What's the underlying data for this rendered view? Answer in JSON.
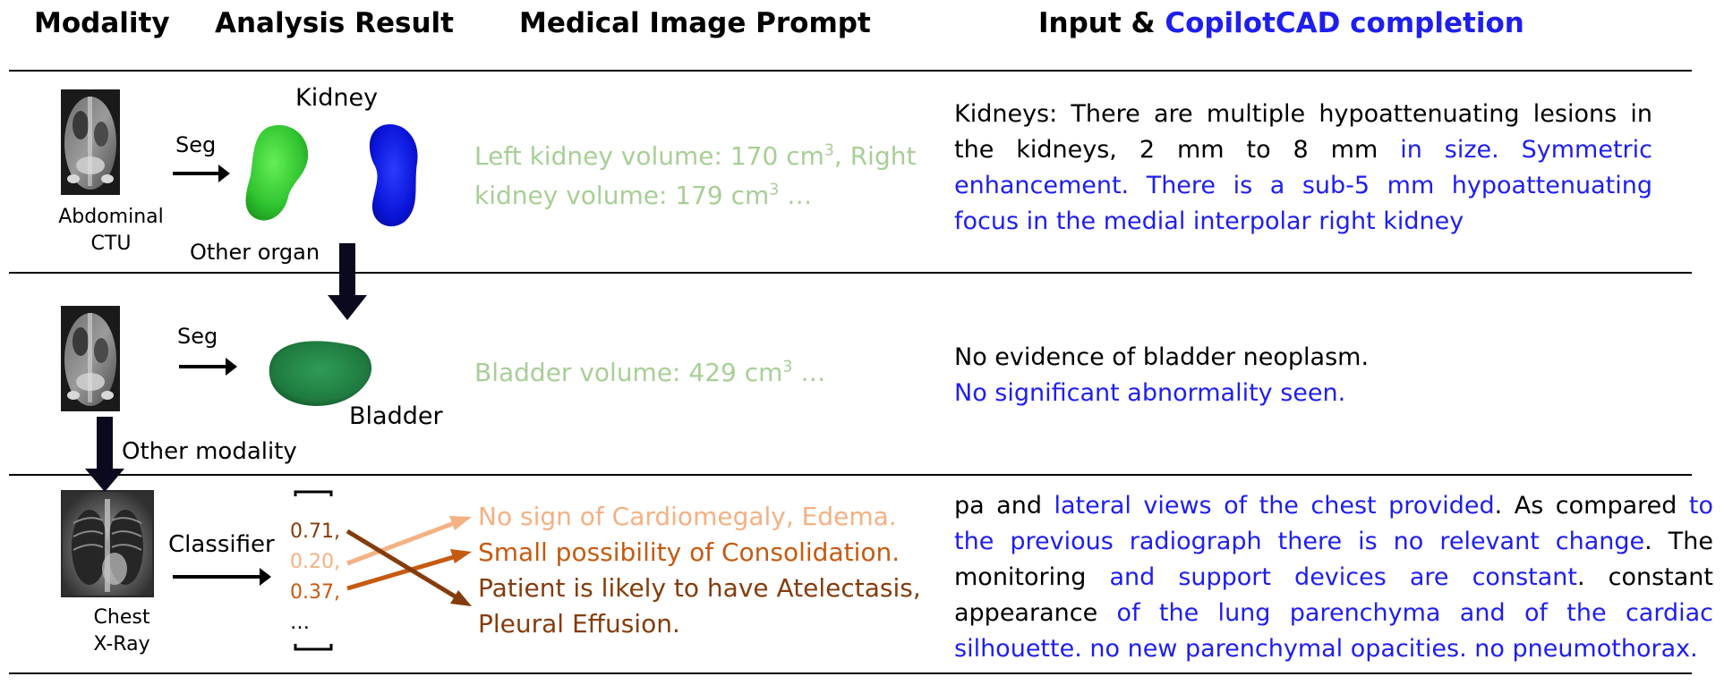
{
  "headers": {
    "modality": "Modality",
    "analysis": "Analysis Result",
    "prompt": "Medical Image Prompt",
    "input_prefix": "Input & ",
    "completion": "CopilotCAD completion"
  },
  "row1": {
    "modality_line1": "Abdominal",
    "modality_line2": "CTU",
    "arrow_label": "Seg",
    "organ_label": "Kidney",
    "other_organ": "Other organ",
    "prompt_a": "Left kidney volume: 170 cm",
    "prompt_a_sup": "3",
    "prompt_b": ", Right",
    "prompt_c": "kidney volume: 179 cm",
    "prompt_c_sup": "3",
    "prompt_d": " …",
    "report_black": "Kidneys: There are multiple hypoattenuating lesions in the kidneys, 2 mm to 8 mm ",
    "report_blue": "in size. Symmetric enhancement. There is a sub-5 mm hypoattenuating focus in the medial interpolar right kidney"
  },
  "row2": {
    "arrow_label": "Seg",
    "organ_label": "Bladder",
    "other_modality": "Other modality",
    "prompt_a": "Bladder volume: 429 cm",
    "prompt_a_sup": "3",
    "prompt_b": " …",
    "report_black": "No evidence of bladder neoplasm.",
    "report_blue": "No significant abnormality seen."
  },
  "row3": {
    "modality_line1": "Chest",
    "modality_line2": "X-Ray",
    "arrow_label": "Classifier",
    "probs": [
      "0.71,",
      "0.20,",
      "0.37,",
      "…"
    ],
    "prompt_lines": [
      "No sign of Cardiomegaly, Edema.",
      "Small possibility of Consolidation.",
      "Patient is likely to have Atelectasis,",
      "Pleural Effusion."
    ],
    "report_parts": [
      {
        "text": "pa and ",
        "blue": false
      },
      {
        "text": "lateral views of the chest provided",
        "blue": true
      },
      {
        "text": ". As compared ",
        "blue": false
      },
      {
        "text": "to the previous radiograph there is no relevant change",
        "blue": true
      },
      {
        "text": ". The monitoring ",
        "blue": false
      },
      {
        "text": "and support devices are constant",
        "blue": true
      },
      {
        "text": ". constant appearance ",
        "blue": false
      },
      {
        "text": "of the lung parenchyma and of the cardiac silhouette. no new parenchymal opacities. no pneumothorax.",
        "blue": true
      }
    ]
  },
  "colors": {
    "light_orange": "#f4b183",
    "mid_orange": "#c55a11",
    "dark_brown": "#843c0c",
    "prompt_green": "#a7cf96",
    "completion_blue": "#1e1ef0",
    "kidney_left": "#33cc33",
    "kidney_right": "#0a14d8",
    "bladder": "#1f7a3f"
  }
}
